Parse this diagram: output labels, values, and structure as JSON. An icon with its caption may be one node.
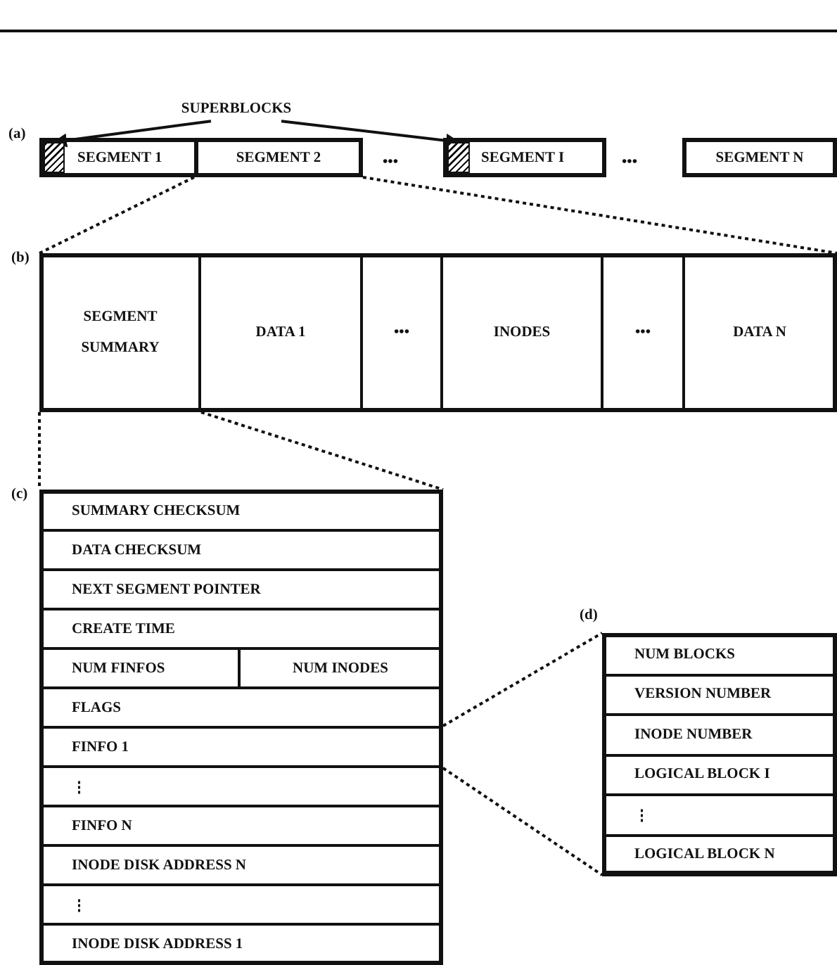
{
  "diagram": {
    "nodes": [
      {
        "text": [
          "SUPERBLOCKS"
        ]
      },
      {
        "text": [
          "SEGMENT 1"
        ]
      },
      {
        "text": [],
        "shape": "box",
        "in": 1
      },
      {
        "text": [
          "SEGMENT 2"
        ]
      },
      {
        "text": [
          "SEGMENT I"
        ]
      },
      {
        "text": [],
        "shape": "box",
        "in": 4
      },
      {
        "text": [
          "SEGMENT N"
        ]
      },
      {
        "text": [
          "(b)"
        ]
      },
      {
        "text": [
          "SEGMENT SUMMARY"
        ],
        "in": 7
      },
      {
        "text": [
          "DATA 1"
        ],
        "in": 7
      },
      {
        "text": [
          "•••"
        ],
        "in": 7
      },
      {
        "text": [
          "INODES"
        ],
        "in": 7
      },
      {
        "text": [
          "•••"
        ],
        "in": 7
      },
      {
        "text": [
          "DATA N"
        ],
        "in": 7
      },
      {
        "text": [
          "(c)"
        ]
      },
      {
        "text": [
          "SUMMARY CHECKSUM"
        ],
        "in": 14
      },
      {
        "text": [
          "DATA CHECKSUM"
        ],
        "in": 14
      },
      {
        "text": [
          "NEXT SEGMENT POINTER"
        ],
        "in": 14
      },
      {
        "text": [
          "CREATE TIME"
        ],
        "in": 14
      },
      {
        "text": [
          "NUM FINFOS"
        ],
        "in": 14
      },
      {
        "text": [
          "NUM INODES"
        ],
        "in": 14
      },
      {
        "text": [
          "FLAGS"
        ],
        "in": 14
      },
      {
        "text": [
          "FINFO 1"
        ],
        "in": 14
      },
      {
        "text": [
          "⋮"
        ],
        "in": 14
      },
      {
        "text": [
          "FINFO N"
        ],
        "in": 14
      },
      {
        "text": [
          "INODE DISK ADDRESS N"
        ],
        "in": 14
      },
      {
        "text": [
          "⋮"
        ],
        "in": 14
      },
      {
        "text": [
          "INODE DISK ADDRESS 1"
        ],
        "in": 14
      },
      {
        "text": [
          "(d)"
        ]
      },
      {
        "text": [
          "NUM BLOCKS"
        ],
        "in": 28
      },
      {
        "text": [
          "VERSION NUMBER"
        ],
        "in": 28
      },
      {
        "text": [
          "INODE NUMBER"
        ],
        "in": 28
      },
      {
        "text": [
          "LOGICAL BLOCK I"
        ],
        "in": 28
      },
      {
        "text": [
          "⋮"
        ],
        "in": 28
      },
      {
        "text": [
          "LOGICAL BLOCK N"
        ],
        "in": 28
      }
    ],
    "edges": [
      {
        "from": 0,
        "to": 2,
        "arrow": "to"
      },
      {
        "from": 0,
        "to": 5,
        "arrow": "to"
      },
      {
        "from": 3,
        "to": 7,
        "arrow": "none",
        "style": "dashed"
      },
      {
        "from": 3,
        "to": 7,
        "arrow": "none",
        "style": "dashed"
      },
      {
        "from": 8,
        "to": 14,
        "arrow": "none",
        "style": "dashed"
      },
      {
        "from": 8,
        "to": 14,
        "arrow": "none",
        "style": "dashed"
      },
      {
        "from": 22,
        "to": 28,
        "arrow": "none",
        "style": "dashed"
      },
      {
        "from": 22,
        "to": 28,
        "arrow": "none",
        "style": "dashed"
      }
    ],
    "labels": [
      "(a)",
      "•••",
      "•••"
    ]
  }
}
